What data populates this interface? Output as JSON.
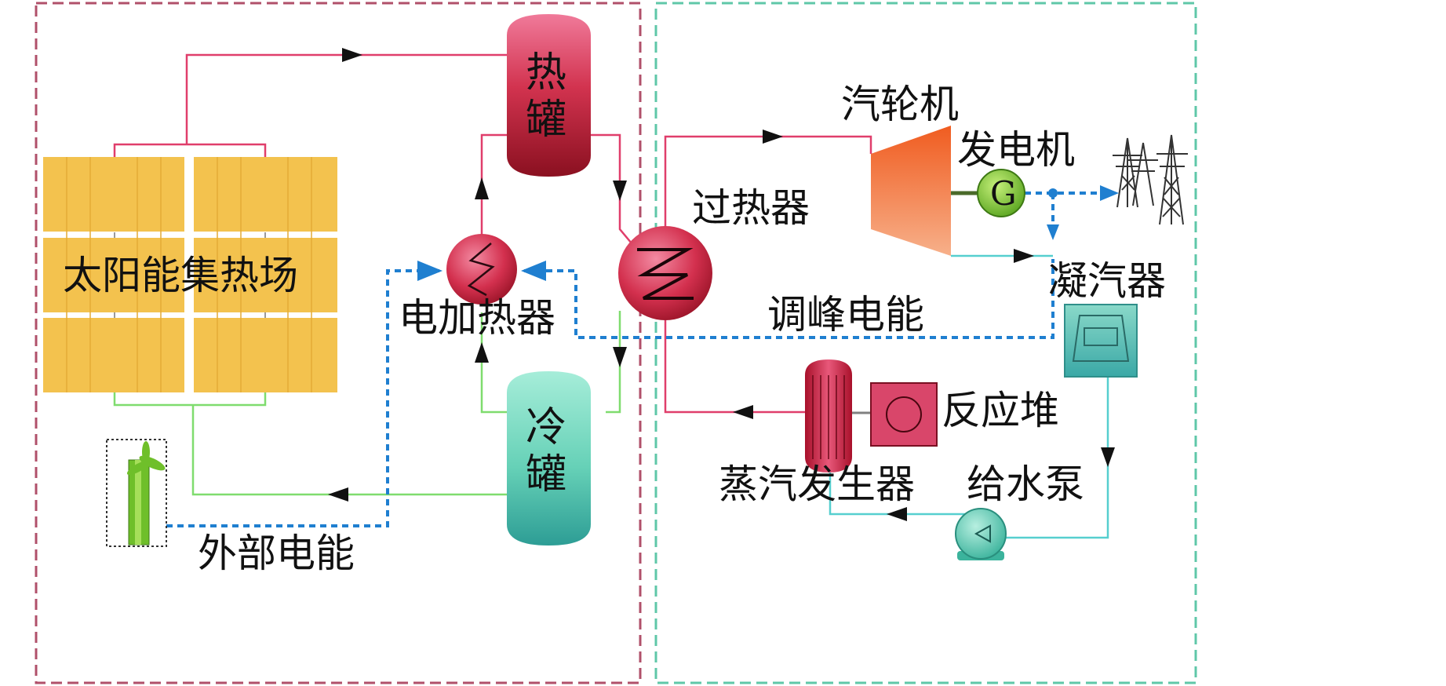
{
  "labels": {
    "hot_tank": "热罐",
    "cold_tank": "冷罐",
    "solar_field": "太阳能集热场",
    "electric_heater": "电加热器",
    "superheater": "过热器",
    "turbine": "汽轮机",
    "generator": "发电机",
    "generator_symbol": "G",
    "condenser": "凝汽器",
    "peak_power": "调峰电能",
    "reactor": "反应堆",
    "steam_generator": "蒸汽发生器",
    "feedwater_pump": "给水泵",
    "external_power": "外部电能"
  },
  "colors": {
    "left_border": "#b0506a",
    "right_border": "#5fc7a8",
    "hot_line": "#e03e6b",
    "cold_line": "#7fdc6e",
    "water_line": "#56cfcf",
    "electric_line": "#1f7fd0",
    "solar_panel": "#f3c24e",
    "hot_tank": "#c0253f",
    "cold_tank": "#5fcbb4",
    "turbine": "#f07a2a",
    "generator": "#7bc43a"
  }
}
